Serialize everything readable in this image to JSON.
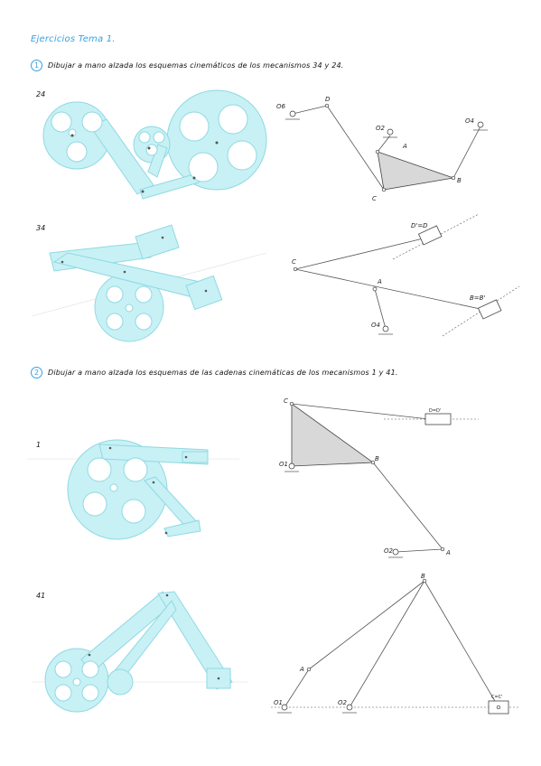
{
  "title": "Ejercicios Tema 1.",
  "exercises": [
    {
      "number": "1",
      "text": "Dibujar a mano alzada los esquemas cinemáticos de los mecanismos 34 y 24."
    },
    {
      "number": "2",
      "text": "Dibujar a mano alzada los esquemas de las cadenas cinemáticas de los mecanismos 1 y 41."
    }
  ],
  "mechanisms": {
    "m24": {
      "label": "24",
      "points": {
        "o6": "O6",
        "d": "D",
        "o2": "O2",
        "a": "A",
        "o4": "O4",
        "b": "B",
        "c": "C"
      }
    },
    "m34": {
      "label": "34",
      "points": {
        "d": "D'=D",
        "c": "C",
        "a": "A",
        "o4": "O4",
        "b": "B=B'"
      }
    },
    "m1": {
      "label": "1",
      "points": {
        "c": "C",
        "d": "D=D'",
        "o1": "O1",
        "b": "B",
        "o2": "O2",
        "a": "A"
      }
    },
    "m41": {
      "label": "41",
      "points": {
        "b": "B",
        "a": "A",
        "o1": "O1",
        "o2": "O2",
        "c": "C=C'"
      }
    }
  },
  "colors": {
    "accent": "#3aa0e0",
    "link_fill": "#c8f1f5",
    "link_stroke": "#8ed9e2",
    "triangle_fill": "#d8d8d8"
  }
}
